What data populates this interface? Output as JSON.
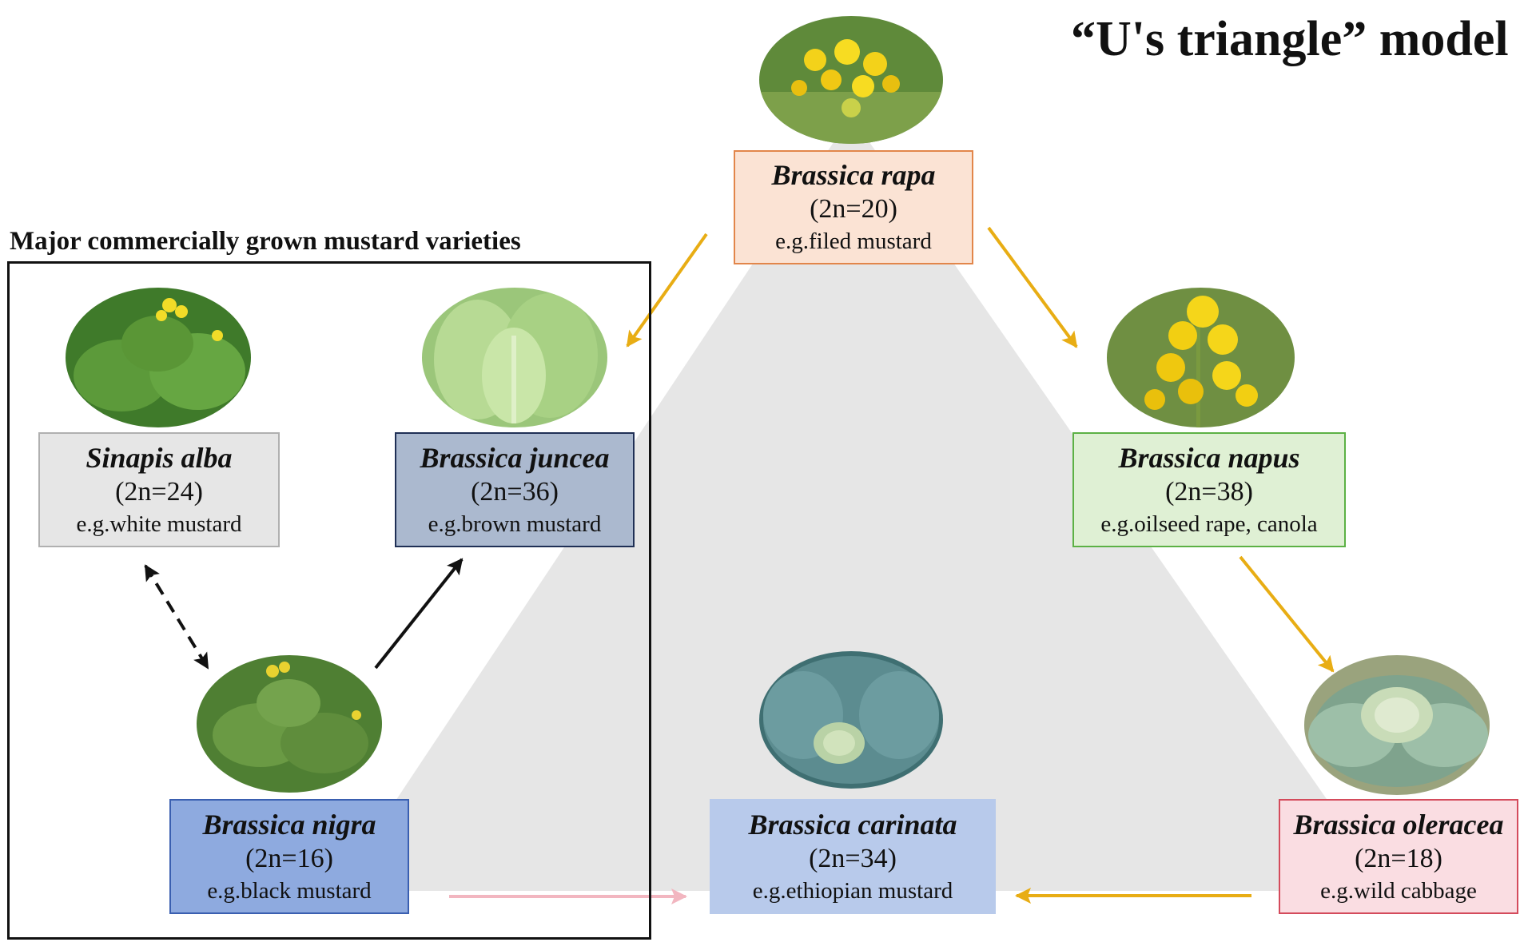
{
  "title": "“U's triangle” model",
  "group_title": "Major commercially grown mustard varieties",
  "species": {
    "rapa": {
      "name": "Brassica rapa",
      "chrom": "(2n=20)",
      "example": "e.g.filed mustard",
      "fill": "#fbe3d4",
      "border": "#e2864a"
    },
    "napus": {
      "name": "Brassica napus",
      "chrom": "(2n=38)",
      "example": "e.g.oilseed rape, canola",
      "fill": "#dff0d4",
      "border": "#5cb145"
    },
    "oleracea": {
      "name": "Brassica oleracea",
      "chrom": "(2n=18)",
      "example": "e.g.wild cabbage",
      "fill": "#fadde2",
      "border": "#d44b5c"
    },
    "carinata": {
      "name": "Brassica carinata",
      "chrom": "(2n=34)",
      "example": "e.g.ethiopian mustard",
      "fill": "#b8caeb",
      "border": "#b8caeb"
    },
    "nigra": {
      "name": "Brassica nigra",
      "chrom": "(2n=16)",
      "example": "e.g.black mustard",
      "fill": "#8eaadf",
      "border": "#3a5fb0"
    },
    "juncea": {
      "name": "Brassica juncea",
      "chrom": "(2n=36)",
      "example": "e.g.brown mustard",
      "fill": "#abb9cf",
      "border": "#1f2f55"
    },
    "alba": {
      "name": "Sinapis alba",
      "chrom": "(2n=24)",
      "example": "e.g.white mustard",
      "fill": "#e6e6e6",
      "border": "#b0b0b0"
    }
  },
  "colors": {
    "triangle": "#e6e6e6",
    "arrow_orange": "#e8ad14",
    "arrow_pink": "#f2b6c0",
    "arrow_black": "#111111"
  },
  "photos": {
    "rapa": "yellow-flowers-photo",
    "napus": "yellow-flowers-photo",
    "oleracea": "cabbage-photo",
    "carinata": "cabbage-photo",
    "nigra": "mustard-leaves-photo",
    "juncea": "leafy-greens-photo",
    "alba": "mustard-leaves-photo"
  }
}
